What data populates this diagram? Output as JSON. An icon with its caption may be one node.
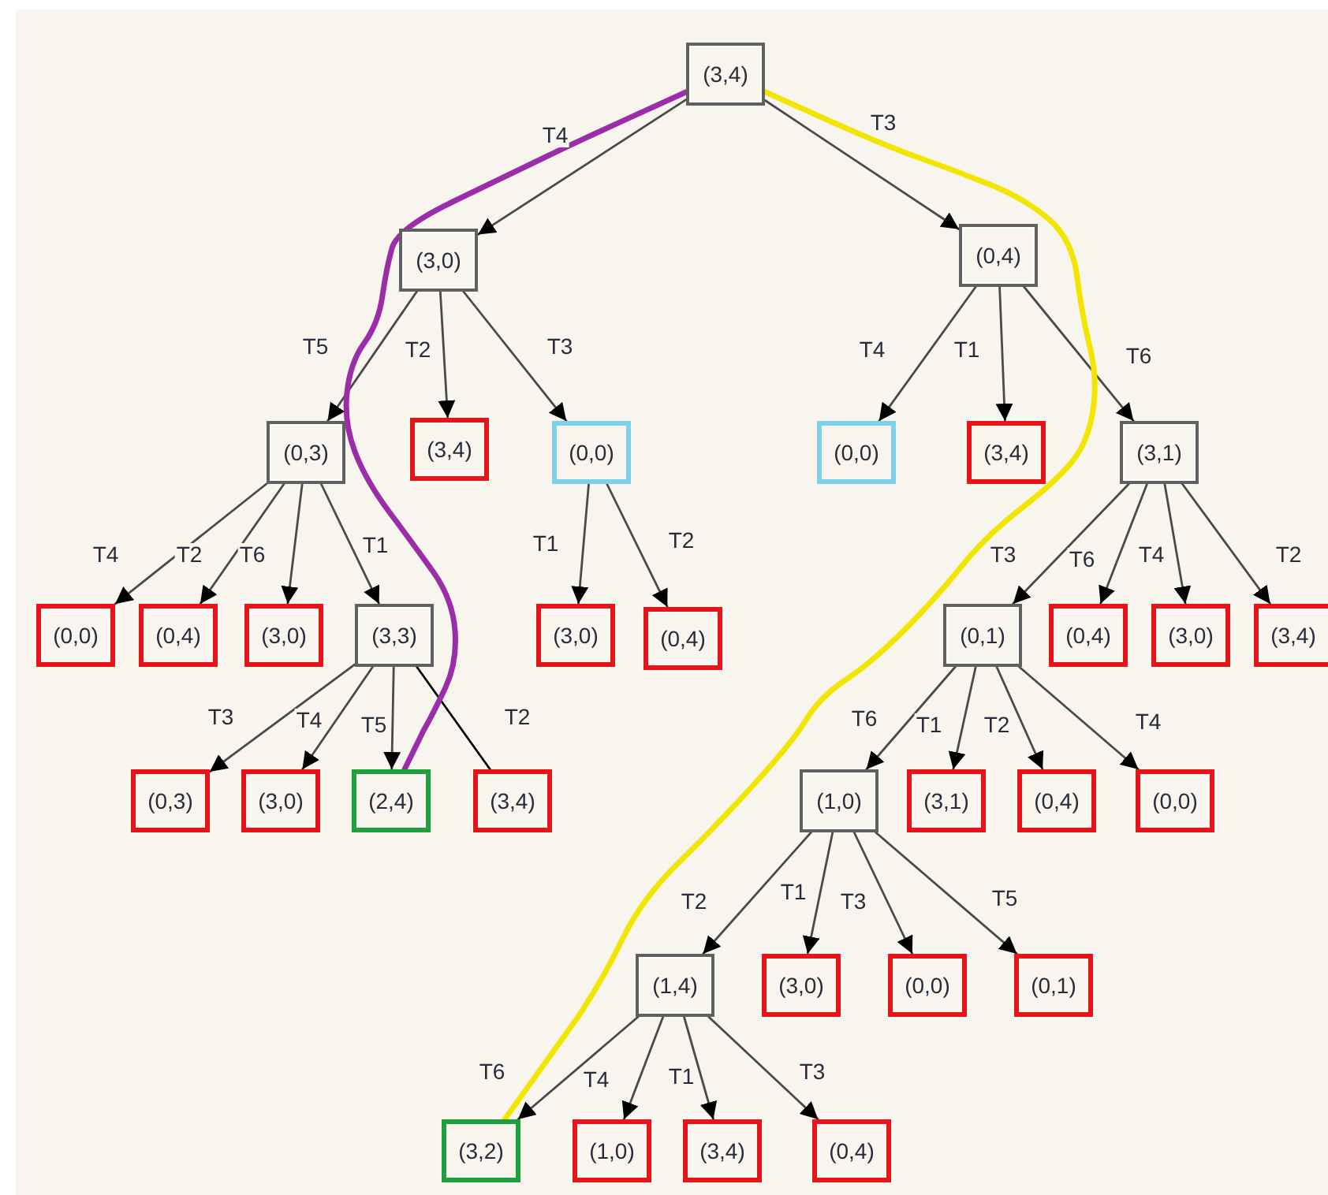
{
  "diagram": {
    "nodes": [
      {
        "text": [
          "(3,4)"
        ]
      },
      {
        "text": [
          "(3,0)"
        ]
      },
      {
        "text": [
          "(0,4)"
        ]
      },
      {
        "text": [
          "(0,3)"
        ]
      },
      {
        "text": [
          "(3,4)"
        ]
      },
      {
        "text": [
          "(0,0)"
        ]
      },
      {
        "text": [
          "(0,0)"
        ]
      },
      {
        "text": [
          "(3,4)"
        ]
      },
      {
        "text": [
          "(3,1)"
        ]
      },
      {
        "text": [
          "(0,0)"
        ]
      },
      {
        "text": [
          "(0,4)"
        ]
      },
      {
        "text": [
          "(3,0)"
        ]
      },
      {
        "text": [
          "(3,3)"
        ]
      },
      {
        "text": [
          "(3,0)"
        ]
      },
      {
        "text": [
          "(0,4)"
        ]
      },
      {
        "text": [
          "(0,1)"
        ]
      },
      {
        "text": [
          "(0,4)"
        ]
      },
      {
        "text": [
          "(3,0)"
        ]
      },
      {
        "text": [
          "(3,4)"
        ]
      },
      {
        "text": [
          "(0,3)"
        ]
      },
      {
        "text": [
          "(3,0)"
        ]
      },
      {
        "text": [
          "(2,4)"
        ]
      },
      {
        "text": [
          "(3,4)"
        ]
      },
      {
        "text": [
          "(1,0)"
        ]
      },
      {
        "text": [
          "(3,1)"
        ]
      },
      {
        "text": [
          "(0,4)"
        ]
      },
      {
        "text": [
          "(0,0)"
        ]
      },
      {
        "text": [
          "(1,4)"
        ]
      },
      {
        "text": [
          "(3,0)"
        ]
      },
      {
        "text": [
          "(0,0)"
        ]
      },
      {
        "text": [
          "(0,1)"
        ]
      },
      {
        "text": [
          "(3,2)"
        ]
      },
      {
        "text": [
          "(1,0)"
        ]
      },
      {
        "text": [
          "(3,4)"
        ]
      },
      {
        "text": [
          "(0,4)"
        ]
      }
    ],
    "edges": [
      {
        "from": 0,
        "to": 1,
        "arrow": "to",
        "label": "T4"
      },
      {
        "from": 0,
        "to": 2,
        "arrow": "to",
        "label": "T3"
      },
      {
        "from": 1,
        "to": 3,
        "arrow": "to",
        "label": "T5"
      },
      {
        "from": 1,
        "to": 4,
        "arrow": "to",
        "label": "T2"
      },
      {
        "from": 1,
        "to": 5,
        "arrow": "to",
        "label": "T3"
      },
      {
        "from": 2,
        "to": 6,
        "arrow": "to",
        "label": "T4"
      },
      {
        "from": 2,
        "to": 7,
        "arrow": "to",
        "label": "T1"
      },
      {
        "from": 2,
        "to": 8,
        "arrow": "to",
        "label": "T6"
      },
      {
        "from": 3,
        "to": 9,
        "arrow": "to",
        "label": "T4"
      },
      {
        "from": 3,
        "to": 10,
        "arrow": "to",
        "label": "T2"
      },
      {
        "from": 3,
        "to": 11,
        "arrow": "to",
        "label": "T6"
      },
      {
        "from": 3,
        "to": 12,
        "arrow": "to",
        "label": "T1"
      },
      {
        "from": 5,
        "to": 13,
        "arrow": "to",
        "label": "T1"
      },
      {
        "from": 5,
        "to": 14,
        "arrow": "to",
        "label": "T2"
      },
      {
        "from": 8,
        "to": 15,
        "arrow": "to",
        "label": "T3"
      },
      {
        "from": 8,
        "to": 16,
        "arrow": "to",
        "label": "T6"
      },
      {
        "from": 8,
        "to": 17,
        "arrow": "to",
        "label": "T4"
      },
      {
        "from": 8,
        "to": 18,
        "arrow": "to",
        "label": "T2"
      },
      {
        "from": 12,
        "to": 19,
        "arrow": "to",
        "label": "T3"
      },
      {
        "from": 12,
        "to": 20,
        "arrow": "to",
        "label": "T4"
      },
      {
        "from": 12,
        "to": 21,
        "arrow": "to",
        "label": "T5"
      },
      {
        "from": 12,
        "to": 22,
        "arrow": "none",
        "label": "T2",
        "color": "#000000"
      },
      {
        "from": 15,
        "to": 23,
        "arrow": "to",
        "label": "T6"
      },
      {
        "from": 15,
        "to": 24,
        "arrow": "to",
        "label": "T1"
      },
      {
        "from": 15,
        "to": 25,
        "arrow": "to",
        "label": "T2"
      },
      {
        "from": 15,
        "to": 26,
        "arrow": "to",
        "label": "T4"
      },
      {
        "from": 23,
        "to": 27,
        "arrow": "to",
        "label": "T2"
      },
      {
        "from": 23,
        "to": 28,
        "arrow": "to",
        "label": "T1"
      },
      {
        "from": 23,
        "to": 29,
        "arrow": "to",
        "label": "T3"
      },
      {
        "from": 23,
        "to": 30,
        "arrow": "to",
        "label": "T5"
      },
      {
        "from": 27,
        "to": 31,
        "arrow": "to",
        "label": "T6"
      },
      {
        "from": 27,
        "to": 32,
        "arrow": "to",
        "label": "T4"
      },
      {
        "from": 27,
        "to": 33,
        "arrow": "to",
        "label": "T1"
      },
      {
        "from": 27,
        "to": 34,
        "arrow": "to",
        "label": "T3"
      },
      {
        "from": 0,
        "to": 21,
        "arrow": "none",
        "style": "thick",
        "color": "#9b2ea8"
      },
      {
        "from": 0,
        "to": 31,
        "arrow": "none",
        "style": "thick",
        "color": "#f2e600"
      }
    ]
  }
}
